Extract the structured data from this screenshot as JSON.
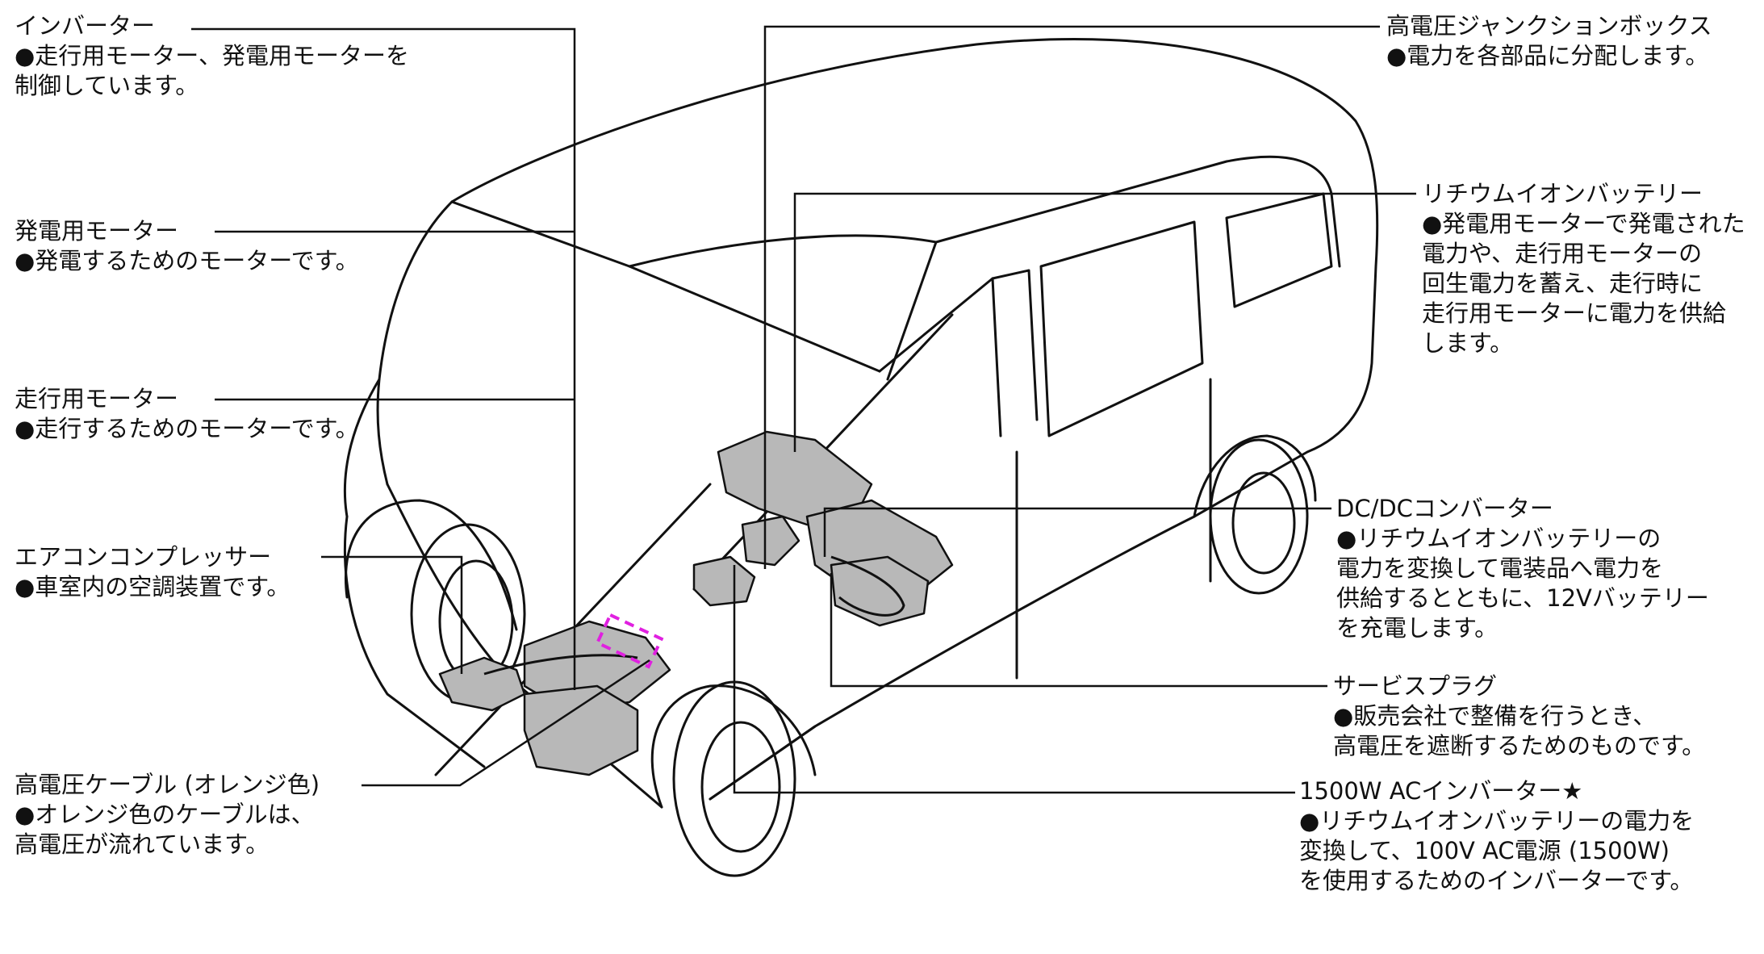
{
  "colors": {
    "line": "#111111",
    "component_fill": "#b8b8b8",
    "highlight": "#e020e0",
    "background": "#ffffff"
  },
  "labels": {
    "inverter": {
      "title": "インバーター",
      "desc": "●走行用モーター、発電用モーターを\n制御しています。"
    },
    "generator_motor": {
      "title": "発電用モーター",
      "desc": "●発電するためのモーターです。"
    },
    "traction_motor": {
      "title": "走行用モーター",
      "desc": "●走行するためのモーターです。"
    },
    "ac_compressor": {
      "title": "エアコンコンプレッサー",
      "desc": "●車室内の空調装置です。"
    },
    "hv_cable": {
      "title": "高電圧ケーブル (オレンジ色)",
      "desc": "●オレンジ色のケーブルは、\n高電圧が流れています。"
    },
    "junction_box": {
      "title": "高電圧ジャンクションボックス",
      "desc": "●電力を各部品に分配します。"
    },
    "li_battery": {
      "title": "リチウムイオンバッテリー",
      "desc": "●発電用モーターで発電された\n電力や、走行用モーターの\n回生電力を蓄え、走行時に\n走行用モーターに電力を供給\nします。"
    },
    "dcdc": {
      "title": "DC/DCコンバーター",
      "desc": "●リチウムイオンバッテリーの\n電力を変換して電装品へ電力を\n供給するとともに、12Vバッテリー\nを充電します。"
    },
    "service_plug": {
      "title": "サービスプラグ",
      "desc": "●販売会社で整備を行うとき、\n高電圧を遮断するためのものです。"
    },
    "ac_inverter": {
      "title": "1500W ACインバーター★",
      "desc": "●リチウムイオンバッテリーの電力を\n変換して、100V AC電源 (1500W)\nを使用するためのインバーターです。"
    }
  }
}
